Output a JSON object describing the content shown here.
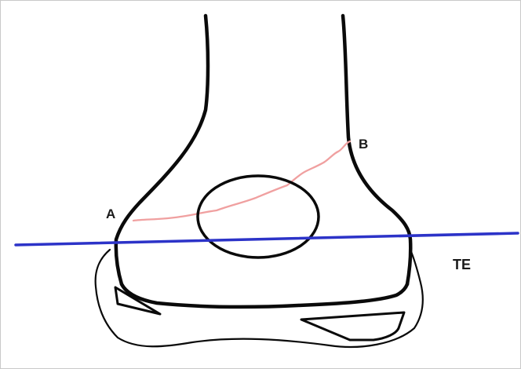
{
  "labels": {
    "a": "A",
    "b": "B",
    "te": "TE"
  },
  "colors": {
    "outline": "#0a0a0a",
    "transepicondylar_line": "#2c33c8",
    "fracture_line": "#f0a0a0",
    "background": "#ffffff"
  }
}
